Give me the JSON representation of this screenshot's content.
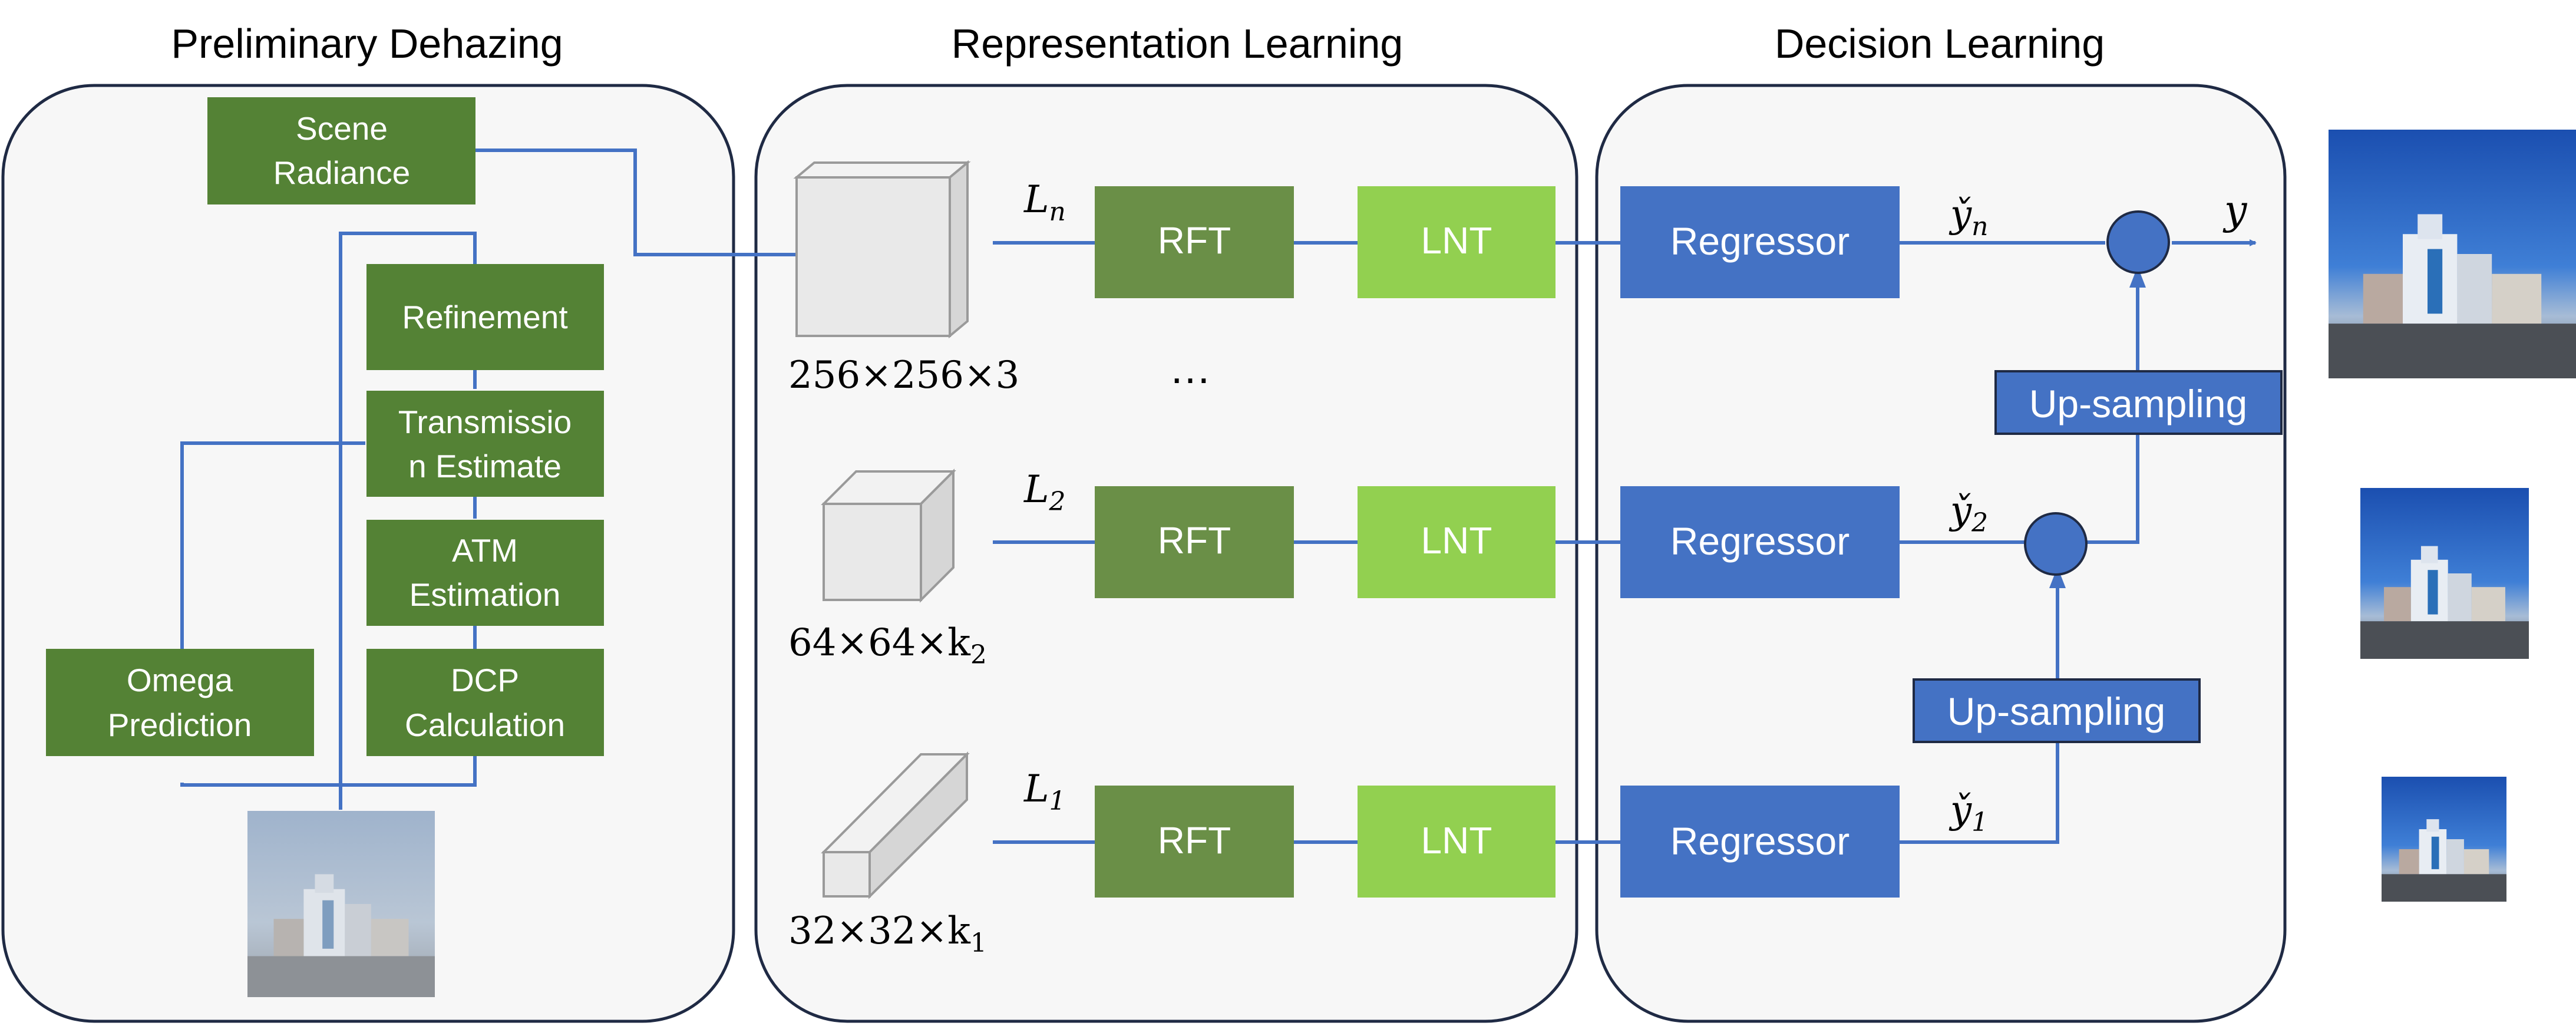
{
  "sections": {
    "preliminary": "Preliminary Dehazing",
    "representation": "Representation Learning",
    "decision": "Decision Learning"
  },
  "dehazing": {
    "scene_radiance": [
      "Scene",
      "Radiance"
    ],
    "refinement": "Refinement",
    "transmission": [
      "Transmissio",
      "n Estimate"
    ],
    "atm": [
      "ATM",
      "Estimation"
    ],
    "dcp": [
      "DCP",
      "Calculation"
    ],
    "omega": [
      "Omega",
      "Prediction"
    ]
  },
  "rows": [
    {
      "loss": "L",
      "loss_sub": "n",
      "size": "256×256×3",
      "size_sub": "",
      "rft": "RFT",
      "lnt": "LNT",
      "regressor": "Regressor",
      "y_sub": "n"
    },
    {
      "loss": "L",
      "loss_sub": "2",
      "size": "64×64×k",
      "size_sub": "2",
      "rft": "RFT",
      "lnt": "LNT",
      "regressor": "Regressor",
      "y_sub": "2"
    },
    {
      "loss": "L",
      "loss_sub": "1",
      "size": "32×32×k",
      "size_sub": "1",
      "rft": "RFT",
      "lnt": "LNT",
      "regressor": "Regressor",
      "y_sub": "1"
    }
  ],
  "ellipsis": "…",
  "upsampling": [
    "Up-sampling",
    "Up-sampling"
  ],
  "y_hat_symbol": "y̌",
  "output": "y",
  "colors": {
    "dark_green": "#548235",
    "mid_green": "#6A8F47",
    "light_green": "#92D050",
    "blue": "#4472C4",
    "line": "#4472C4",
    "panel_fill": "#F7F7F7",
    "panel_stroke": "#1F2A44"
  }
}
